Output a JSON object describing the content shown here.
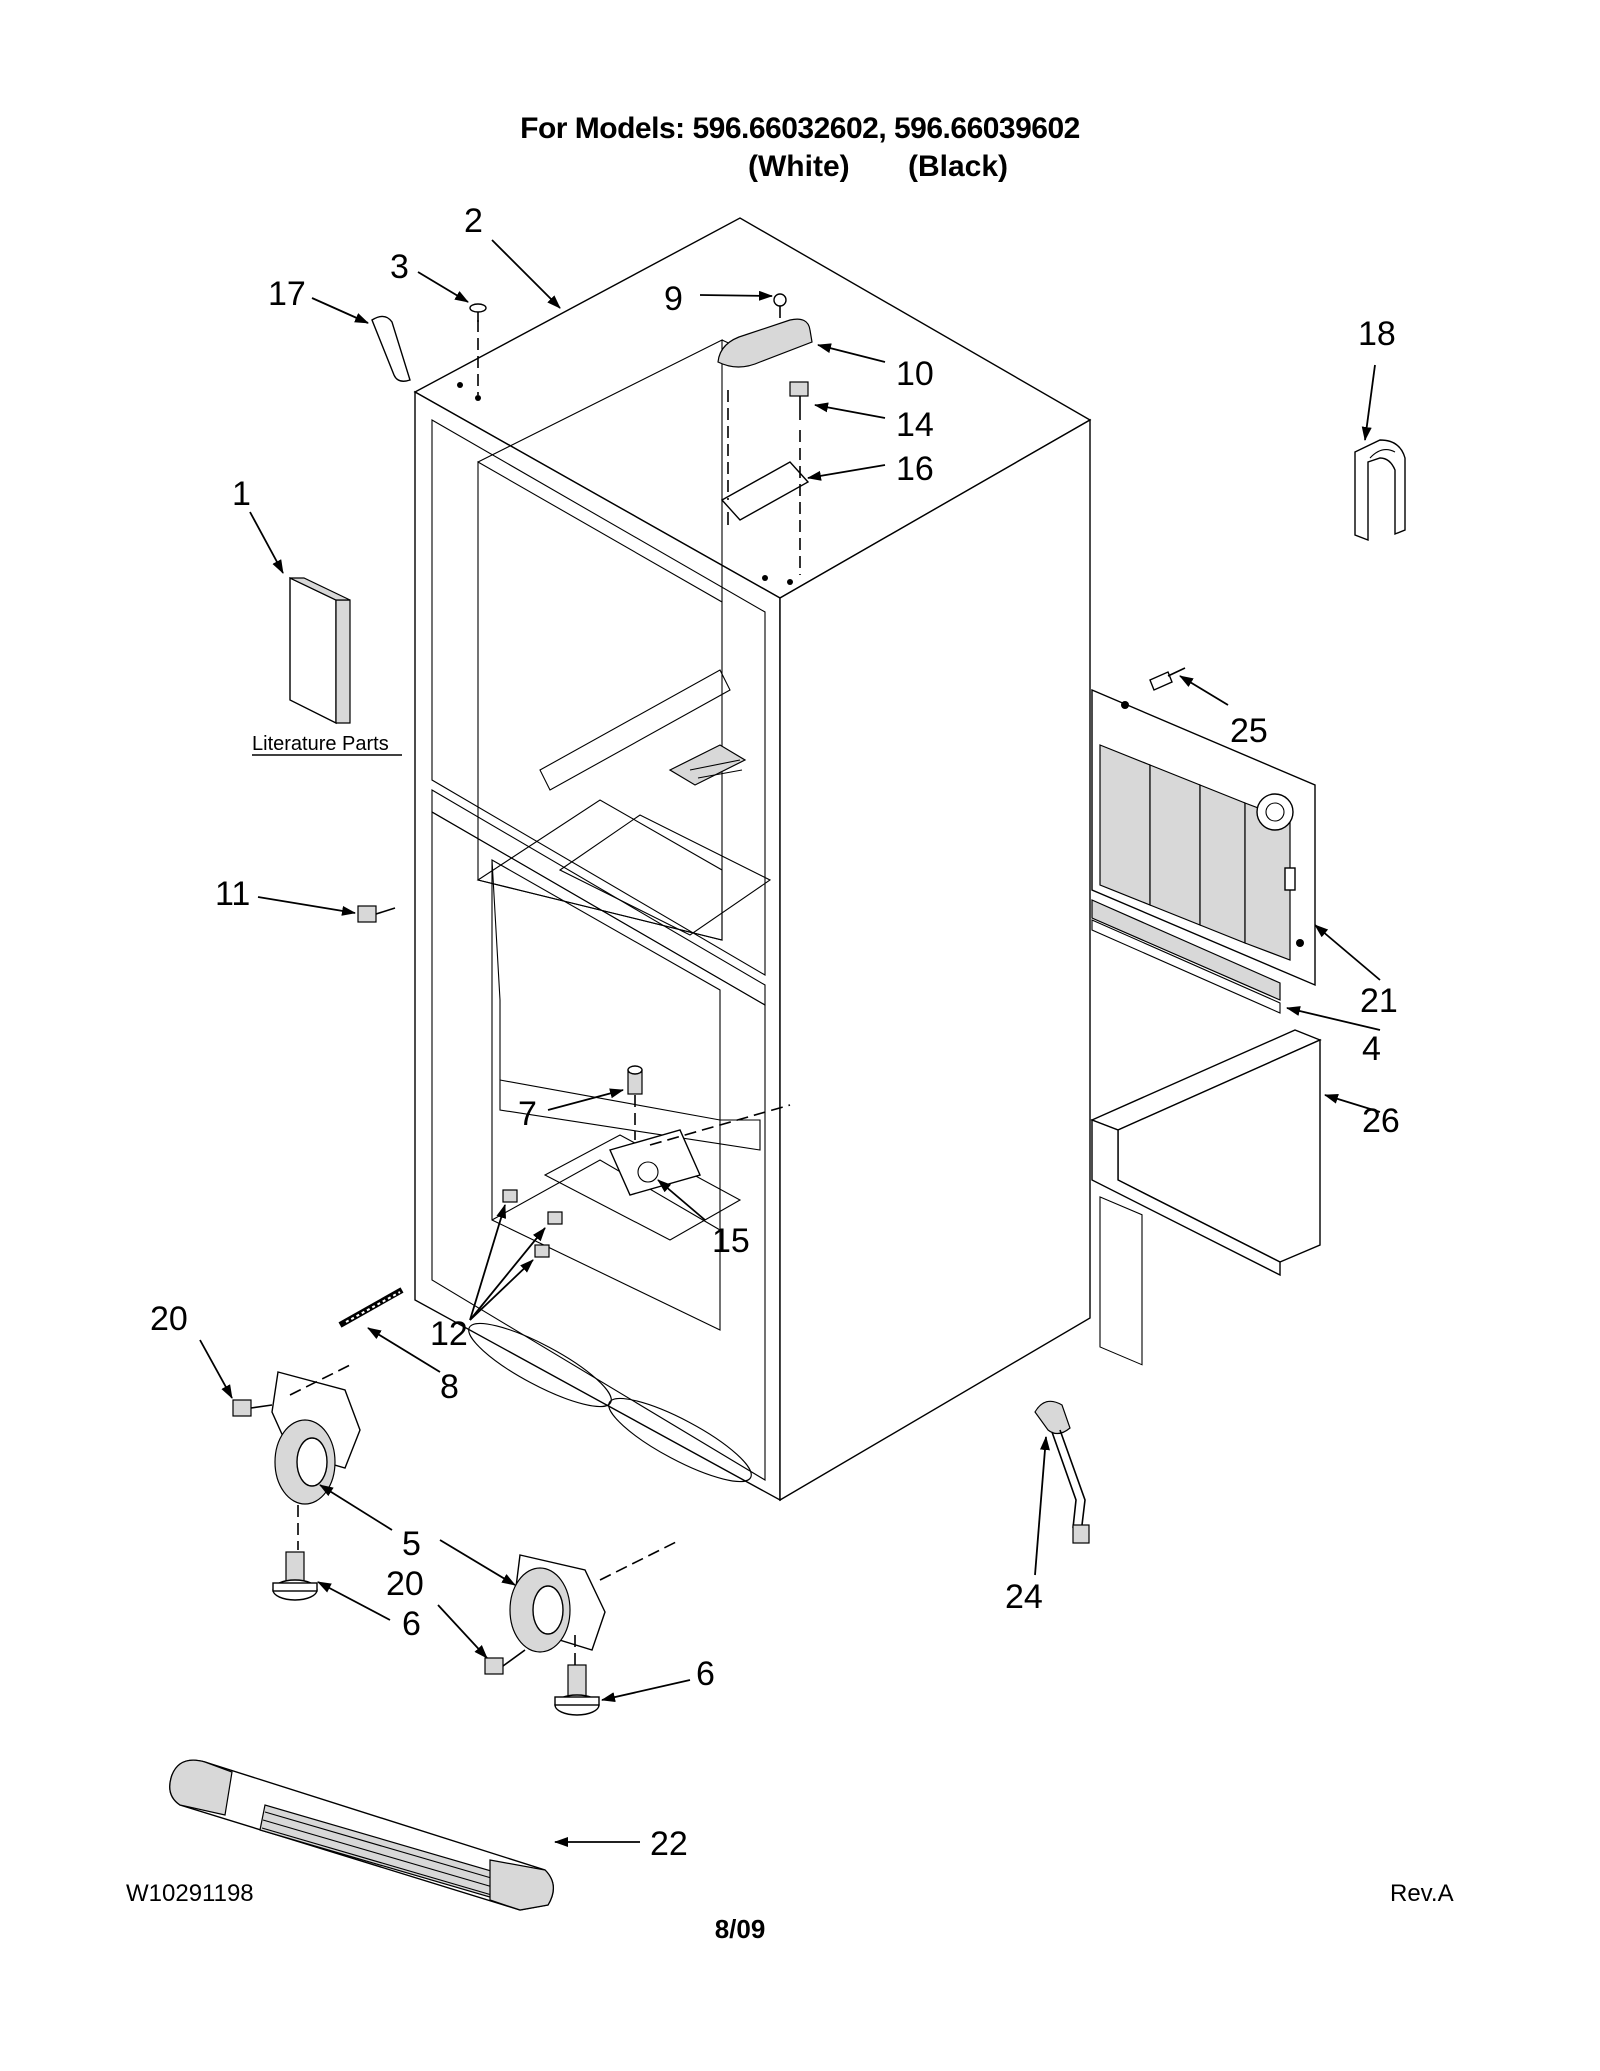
{
  "header": {
    "models_line": "For Models: 596.66032602, 596.66039602",
    "white_label": "(White)",
    "black_label": "(Black)"
  },
  "footer": {
    "part_number": "W10291198",
    "date": "8/09",
    "revision": "Rev.A"
  },
  "literature_label": "Literature Parts",
  "callouts": [
    {
      "id": "c1",
      "text": "1"
    },
    {
      "id": "c2",
      "text": "2"
    },
    {
      "id": "c3",
      "text": "3"
    },
    {
      "id": "c4",
      "text": "4"
    },
    {
      "id": "c5",
      "text": "5"
    },
    {
      "id": "c6a",
      "text": "6"
    },
    {
      "id": "c6b",
      "text": "6"
    },
    {
      "id": "c7",
      "text": "7"
    },
    {
      "id": "c8",
      "text": "8"
    },
    {
      "id": "c9",
      "text": "9"
    },
    {
      "id": "c10",
      "text": "10"
    },
    {
      "id": "c11",
      "text": "11"
    },
    {
      "id": "c12",
      "text": "12"
    },
    {
      "id": "c14",
      "text": "14"
    },
    {
      "id": "c15",
      "text": "15"
    },
    {
      "id": "c16",
      "text": "16"
    },
    {
      "id": "c17",
      "text": "17"
    },
    {
      "id": "c18",
      "text": "18"
    },
    {
      "id": "c20a",
      "text": "20"
    },
    {
      "id": "c20b",
      "text": "20"
    },
    {
      "id": "c21",
      "text": "21"
    },
    {
      "id": "c22",
      "text": "22"
    },
    {
      "id": "c24",
      "text": "24"
    },
    {
      "id": "c25",
      "text": "25"
    },
    {
      "id": "c26",
      "text": "26"
    }
  ]
}
